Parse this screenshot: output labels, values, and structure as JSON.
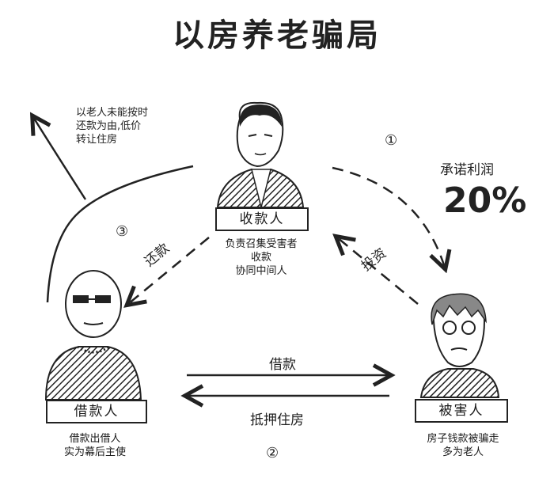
{
  "title": "以房养老骗局",
  "nodes": {
    "collector": {
      "label": "收款人",
      "desc": [
        "负责召集受害者",
        "收款",
        "协同中间人"
      ]
    },
    "lender": {
      "label": "借款人",
      "desc": [
        "借款出借人",
        "实为幕后主使"
      ]
    },
    "victim": {
      "label": "被害人",
      "desc": [
        "房子钱款被骗走",
        "多为老人"
      ]
    }
  },
  "steps": {
    "one": "①",
    "two": "②",
    "three": "③"
  },
  "annotations": {
    "promise": "承诺利润",
    "rate": "20%",
    "top_left": [
      "以老人未能按时",
      "还款为由,低价",
      "转让住房"
    ]
  },
  "edges": {
    "invest": "投资",
    "repay": "还款",
    "loan": "借款",
    "mortgage": "抵押住房"
  }
}
